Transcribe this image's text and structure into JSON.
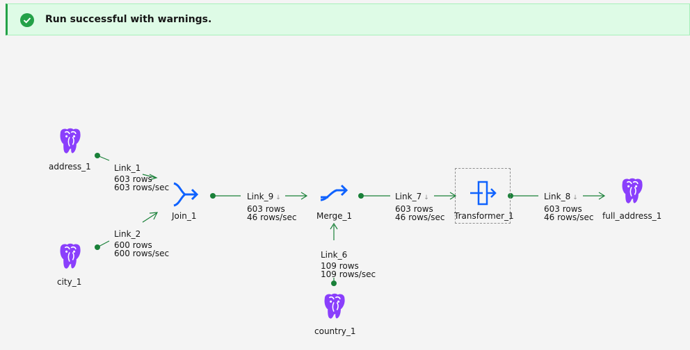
{
  "banner": {
    "message": "Run successful with warnings.",
    "status_color": "#24a148"
  },
  "nodes": {
    "address": {
      "label": "address_1",
      "icon": "postgresql-icon"
    },
    "city": {
      "label": "city_1",
      "icon": "postgresql-icon"
    },
    "join": {
      "label": "Join_1",
      "icon": "join-icon"
    },
    "merge": {
      "label": "Merge_1",
      "icon": "merge-icon"
    },
    "country": {
      "label": "country_1",
      "icon": "postgresql-icon"
    },
    "transformer": {
      "label": "Transformer_1",
      "icon": "transformer-icon"
    },
    "full_address": {
      "label": "full_address_1",
      "icon": "postgresql-icon"
    }
  },
  "links": {
    "link1": {
      "name": "Link_1",
      "rows": "603 rows",
      "rate": "603 rows/sec"
    },
    "link2": {
      "name": "Link_2",
      "rows": "600 rows",
      "rate": "600 rows/sec"
    },
    "link9": {
      "name": "Link_9",
      "rows": "603 rows",
      "rate": "46 rows/sec"
    },
    "link6": {
      "name": "Link_6",
      "rows": "109 rows",
      "rate": "109 rows/sec"
    },
    "link7": {
      "name": "Link_7",
      "rows": "603 rows",
      "rate": "46 rows/sec"
    },
    "link8": {
      "name": "Link_8",
      "rows": "603 rows",
      "rate": "46 rows/sec"
    }
  },
  "colors": {
    "db_purple": "#8a3ffc",
    "stage_blue": "#0f62fe",
    "link_green": "#198038"
  }
}
